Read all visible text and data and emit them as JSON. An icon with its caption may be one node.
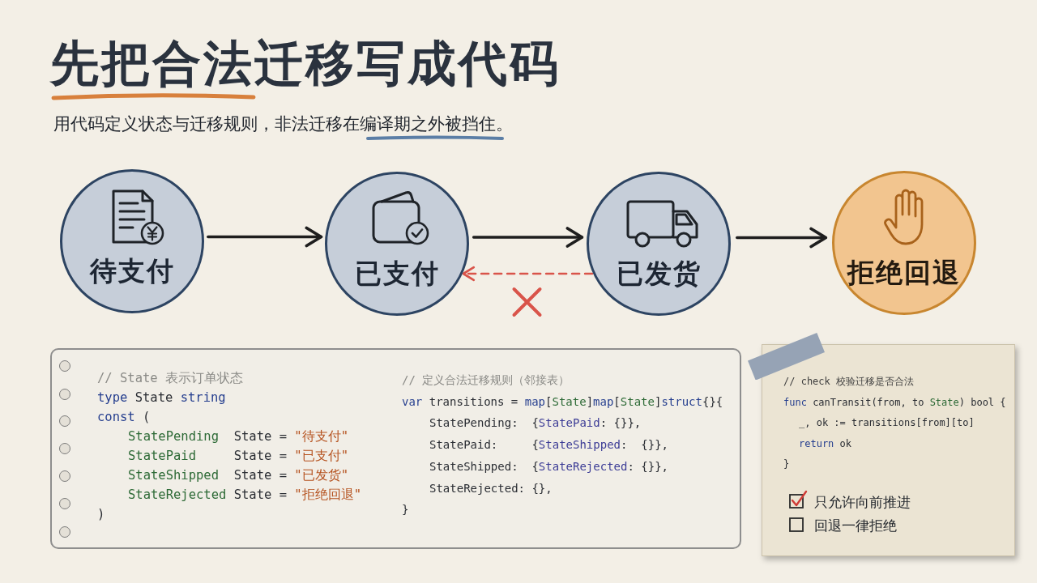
{
  "diagram": {
    "title": "先把合法迁移写成代码",
    "nodes": [
      {
        "text": [
          "待支付"
        ]
      },
      {
        "text": [
          "已支付"
        ]
      },
      {
        "text": [
          "已发货"
        ]
      },
      {
        "text": [
          "拒绝回退"
        ]
      },
      {
        "text": [
          "// State 表示订单状态",
          "type State string",
          "const (",
          "StatePending  State = \"待支付\"",
          "StatePaid     State = \"已支付\"",
          "StateShipped  State = \"已发货\"",
          "StateRejected State = \"拒绝回退\"",
          ")",
          "// 定义合法迁移规则（邻接表）",
          "var transitions = map[State]map[State]struct{}{",
          "StatePending:  {StatePaid: {}},",
          "StatePaid:     {StateShipped:  {}},",
          "StateShipped:  {StateRejected: {}},",
          "StateRejected: {},",
          "}"
        ]
      },
      {
        "text": [
          "// check 校验迁移是否合法",
          "func canTransit(from, to State) bool {",
          "_, ok := transitions[from][to]",
          "return ok",
          "}",
          "只允许向前推进",
          "回退一律拒绝"
        ]
      }
    ],
    "edges": [
      {
        "from": 0,
        "to": 1,
        "arrow": "to"
      },
      {
        "from": 1,
        "to": 2,
        "arrow": "to"
      },
      {
        "from": 2,
        "to": 1,
        "arrow": "to",
        "style": "dashed",
        "color": "#d9544a"
      },
      {
        "from": 2,
        "to": 3,
        "arrow": "to"
      }
    ],
    "labels": [
      "用代码定义状态与迁移规则，非法迁移在编译期之外被挡住。"
    ]
  }
}
